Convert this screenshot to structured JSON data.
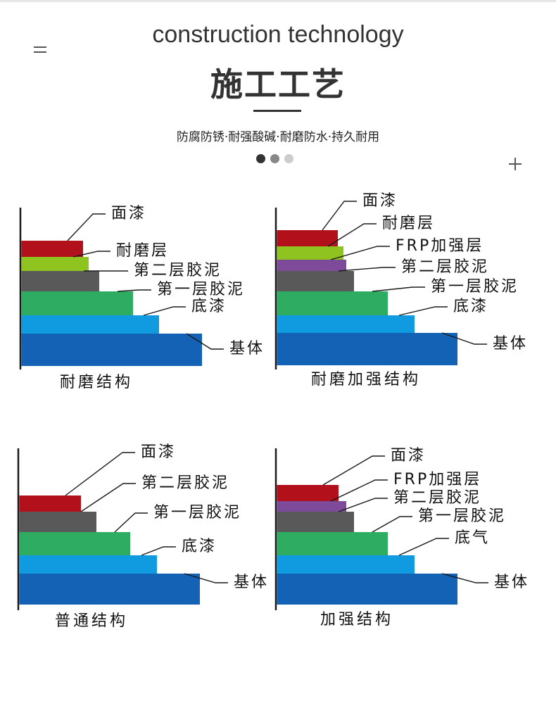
{
  "header": {
    "title_en": "construction technology",
    "title_cn": "施工工艺",
    "subtitle": "防腐防锈·耐强酸碱·耐磨防水·持久耐用"
  },
  "carousel": {
    "dot_colors": [
      "#333333",
      "#888888",
      "#cccccc"
    ],
    "active_index": 0
  },
  "colors": {
    "red": "#b2111c",
    "lime": "#8fc31f",
    "purple": "#7e4b9b",
    "gray": "#595959",
    "green": "#2ead62",
    "light_blue": "#109be0",
    "dark_blue": "#1462b5"
  },
  "diagrams": [
    {
      "name": "耐磨结构",
      "layers": [
        {
          "label": "面漆",
          "color": "red"
        },
        {
          "label": "耐磨层",
          "color": "lime"
        },
        {
          "label": "第二层胶泥",
          "color": "gray"
        },
        {
          "label": "第一层胶泥",
          "color": "green"
        },
        {
          "label": "底漆",
          "color": "light_blue"
        },
        {
          "label": "基体",
          "color": "dark_blue"
        }
      ]
    },
    {
      "name": "耐磨加强结构",
      "layers": [
        {
          "label": "面漆",
          "color": "red"
        },
        {
          "label": "耐磨层",
          "color": "lime"
        },
        {
          "label": "FRP加强层",
          "color": "purple"
        },
        {
          "label": "第二层胶泥",
          "color": "gray"
        },
        {
          "label": "第一层胶泥",
          "color": "green"
        },
        {
          "label": "底漆",
          "color": "light_blue"
        },
        {
          "label": "基体",
          "color": "dark_blue"
        }
      ]
    },
    {
      "name": "普通结构",
      "layers": [
        {
          "label": "面漆",
          "color": "red"
        },
        {
          "label": "第二层胶泥",
          "color": "gray"
        },
        {
          "label": "第一层胶泥",
          "color": "green"
        },
        {
          "label": "底漆",
          "color": "light_blue"
        },
        {
          "label": "基体",
          "color": "dark_blue"
        }
      ]
    },
    {
      "name": "加强结构",
      "layers": [
        {
          "label": "面漆",
          "color": "red"
        },
        {
          "label": "FRP加强层",
          "color": "purple"
        },
        {
          "label": "第二层胶泥",
          "color": "gray"
        },
        {
          "label": "第一层胶泥",
          "color": "green"
        },
        {
          "label": "底气",
          "color": "light_blue"
        },
        {
          "label": "基体",
          "color": "dark_blue"
        }
      ]
    }
  ]
}
